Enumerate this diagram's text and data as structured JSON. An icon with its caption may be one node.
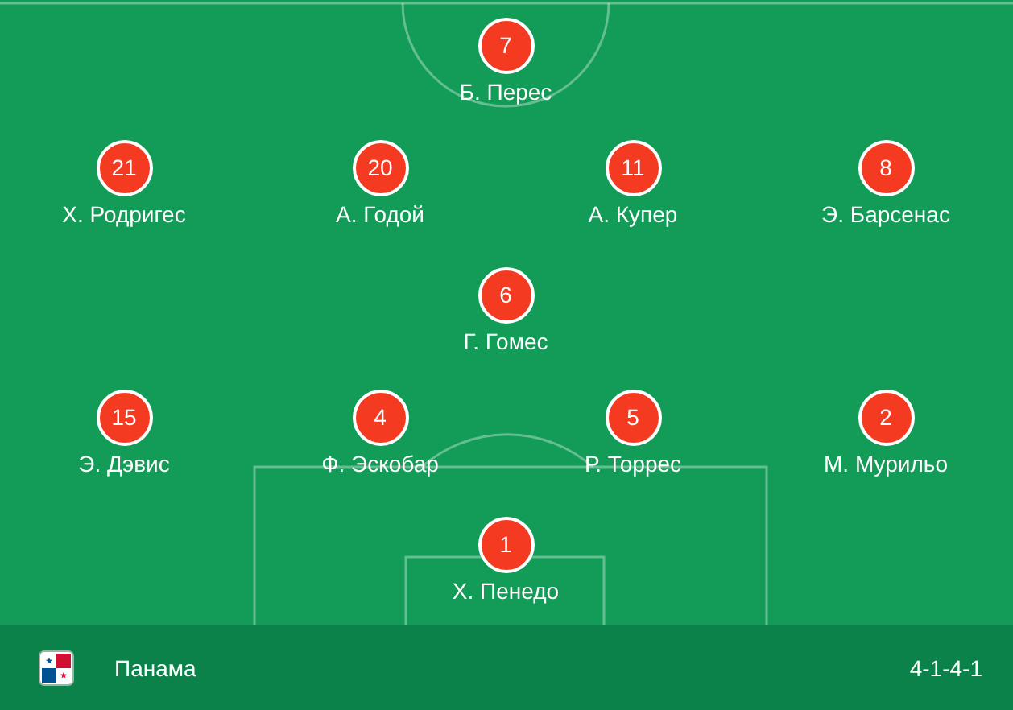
{
  "diagram": {
    "nodes": [
      {
        "text": [
          "7"
        ],
        "beside": [
          "Б. Перес"
        ]
      },
      {
        "text": [
          "21"
        ],
        "beside": [
          "Х. Родригес"
        ]
      },
      {
        "text": [
          "20"
        ],
        "beside": [
          "А. Годой"
        ]
      },
      {
        "text": [
          "11"
        ],
        "beside": [
          "А. Купер"
        ]
      },
      {
        "text": [
          "8"
        ],
        "beside": [
          "Э. Барсенас"
        ]
      },
      {
        "text": [
          "6"
        ],
        "beside": [
          "Г. Гомес"
        ]
      },
      {
        "text": [
          "15"
        ],
        "beside": [
          "Э. Дэвис"
        ]
      },
      {
        "text": [
          "4"
        ],
        "beside": [
          "Ф. Эскобар"
        ]
      },
      {
        "text": [
          "5"
        ],
        "beside": [
          "Р. Торрес"
        ]
      },
      {
        "text": [
          "2"
        ],
        "beside": [
          "М. Мурильо"
        ]
      },
      {
        "text": [
          "1"
        ],
        "beside": [
          "Х. Пенедо"
        ]
      }
    ],
    "labels": [
      "Панама",
      "4-1-4-1"
    ]
  }
}
